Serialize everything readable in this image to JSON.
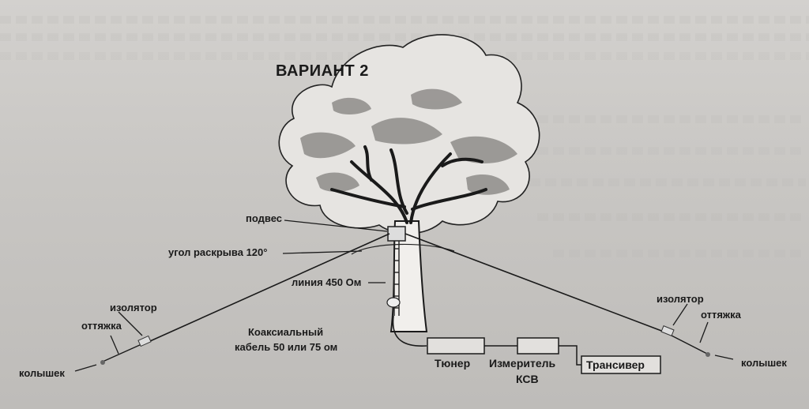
{
  "diagram": {
    "title": "ВАРИАНТ 2",
    "labels": {
      "suspension": "подвес",
      "opening_angle": "угол раскрыва 120°",
      "line": "линия 450 Ом",
      "coax_line1": "Коаксиальный",
      "coax_line2": "кабель 50 или 75 ом",
      "insulator_left": "изолятор",
      "guy_left": "оттяжка",
      "peg_left": "колышек",
      "insulator_right": "изолятор",
      "guy_right": "оттяжка",
      "peg_right": "колышек"
    },
    "boxes": {
      "tuner": "Тюнер",
      "swr_meter_line1": "Измеритель",
      "swr_meter_line2": "КСВ",
      "transceiver": "Трансивер"
    }
  }
}
